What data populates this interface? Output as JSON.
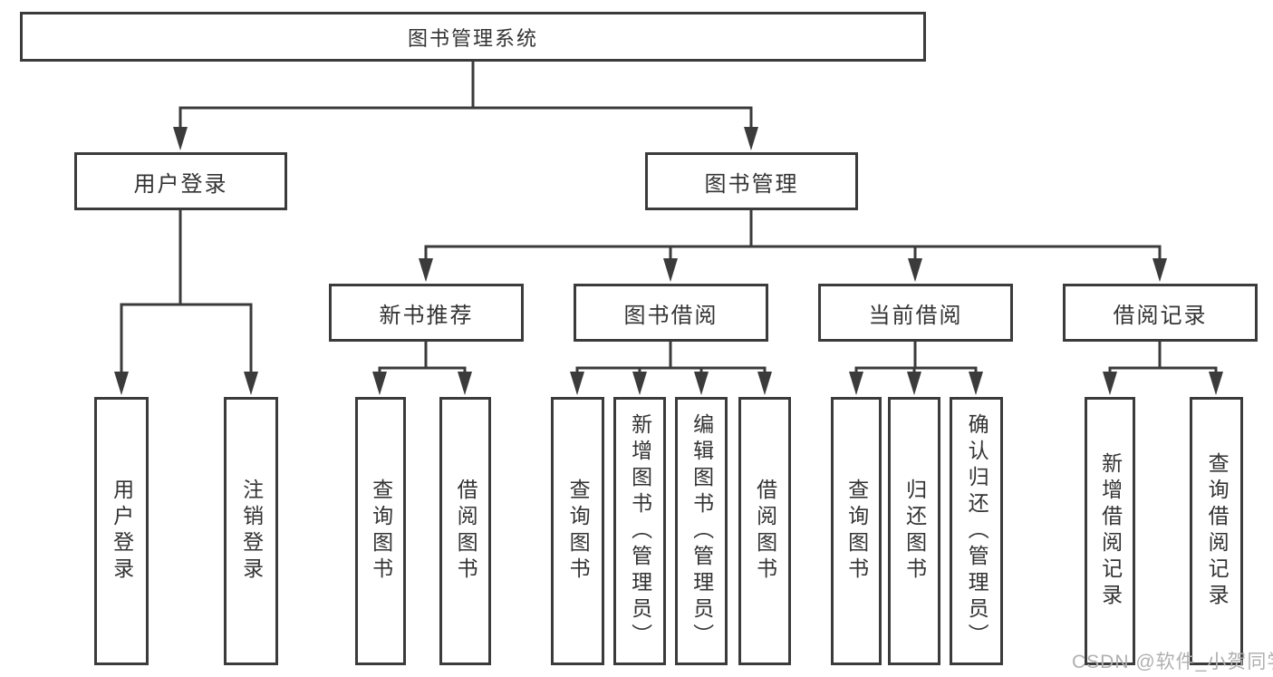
{
  "diagram": {
    "type": "tree",
    "root": {
      "label": "图书管理系统",
      "children": [
        {
          "label": "用户登录",
          "children": [
            {
              "label": "用户登录"
            },
            {
              "label": "注销登录"
            }
          ]
        },
        {
          "label": "图书管理",
          "children": [
            {
              "label": "新书推荐",
              "children": [
                {
                  "label": "查询图书"
                },
                {
                  "label": "借阅图书"
                }
              ]
            },
            {
              "label": "图书借阅",
              "children": [
                {
                  "label": "查询图书"
                },
                {
                  "label": "新增图书（管理员）"
                },
                {
                  "label": "编辑图书（管理员）"
                },
                {
                  "label": "借阅图书"
                }
              ]
            },
            {
              "label": "当前借阅",
              "children": [
                {
                  "label": "查询图书"
                },
                {
                  "label": "归还图书"
                },
                {
                  "label": "确认归还（管理员）"
                }
              ]
            },
            {
              "label": "借阅记录",
              "children": [
                {
                  "label": "新增借阅记录"
                },
                {
                  "label": "查询借阅记录"
                }
              ]
            }
          ]
        }
      ]
    },
    "watermark": "CSDN @软件_小贺同学",
    "colors": {
      "line": "#3b3b3b",
      "text": "#333333",
      "watermark": "#b0b0b0",
      "background": "#ffffff"
    }
  }
}
